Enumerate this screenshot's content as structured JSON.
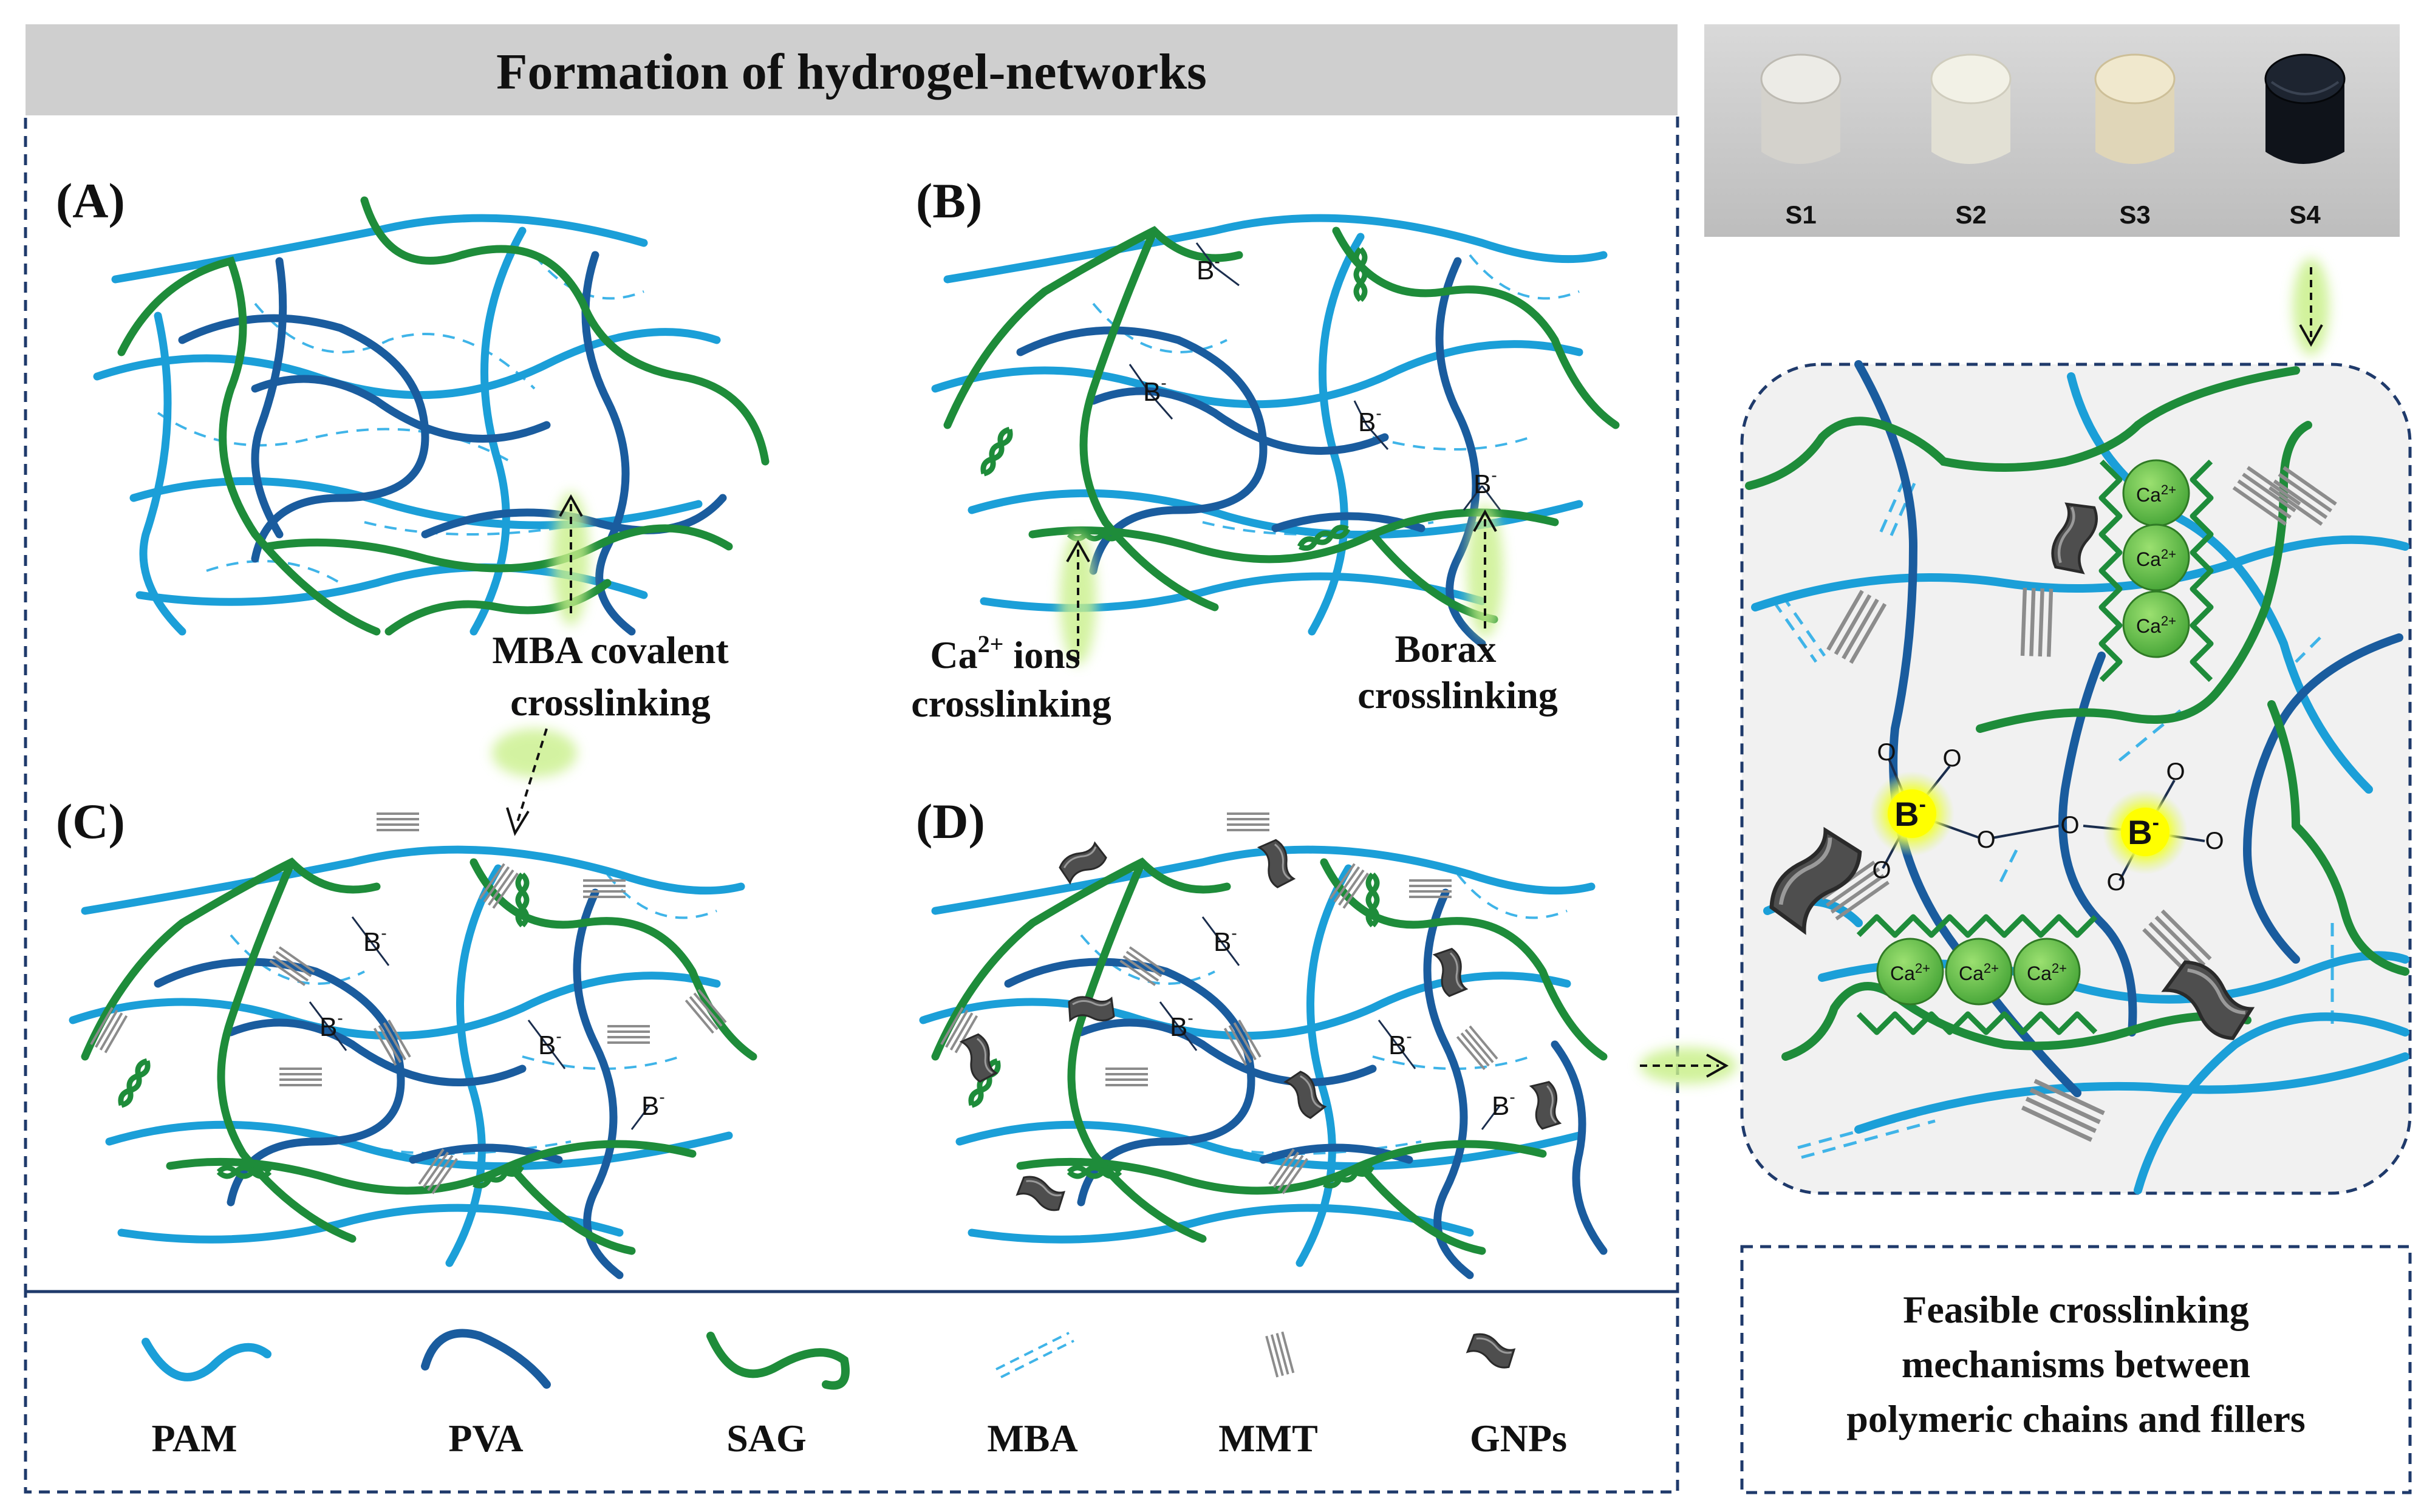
{
  "header": {
    "title": "Formation of  hydrogel-networks"
  },
  "panels": [
    {
      "label": "(A)"
    },
    {
      "label": "(B)"
    },
    {
      "label": "(C)"
    },
    {
      "label": "(D)"
    }
  ],
  "annotations": {
    "mba_line1": "MBA covalent",
    "mba_line2": "crosslinking",
    "ca_line1_prefix": "Ca",
    "ca_line1_sup": "2+",
    "ca_line1_suffix": " ions",
    "ca_line2": "crosslinking",
    "borax_line1": "Borax",
    "borax_line2": "crosslinking"
  },
  "boron_label": {
    "base": "B",
    "sup": "-"
  },
  "photo": {
    "samples": [
      "S1",
      "S2",
      "S3",
      "S4"
    ]
  },
  "mechanism": {
    "ca_ion": "Ca2+",
    "ca_base": "Ca",
    "ca_sup": "2+",
    "oxygen": "O",
    "caption_lines": [
      "Feasible crosslinking",
      "mechanisms  between",
      "polymeric chains and fillers"
    ]
  },
  "legend": {
    "items": [
      {
        "label": "PAM",
        "icon": "pam-chain-icon"
      },
      {
        "label": "PVA",
        "icon": "pva-chain-icon"
      },
      {
        "label": "SAG",
        "icon": "sag-chain-icon"
      },
      {
        "label": "MBA",
        "icon": "mba-link-icon"
      },
      {
        "label": "MMT",
        "icon": "mmt-sheet-icon"
      },
      {
        "label": "GNPs",
        "icon": "gnp-platelet-icon"
      }
    ]
  },
  "colors": {
    "pam": "#1b9fd8",
    "pva": "#1a5c9e",
    "sag": "#1e8c3a",
    "mba": "#3fb4e8",
    "mmt": "#8a8a8a",
    "gnp": "#4a4a4a",
    "frame": "#1f3a6b",
    "header_bg": "#cfcfcf",
    "mechanism_bg": "#f1f1f1",
    "highlight_glow": "#c9f08a",
    "boron_yellow": "#ffff00",
    "ca_green": "#7ccc4a"
  }
}
